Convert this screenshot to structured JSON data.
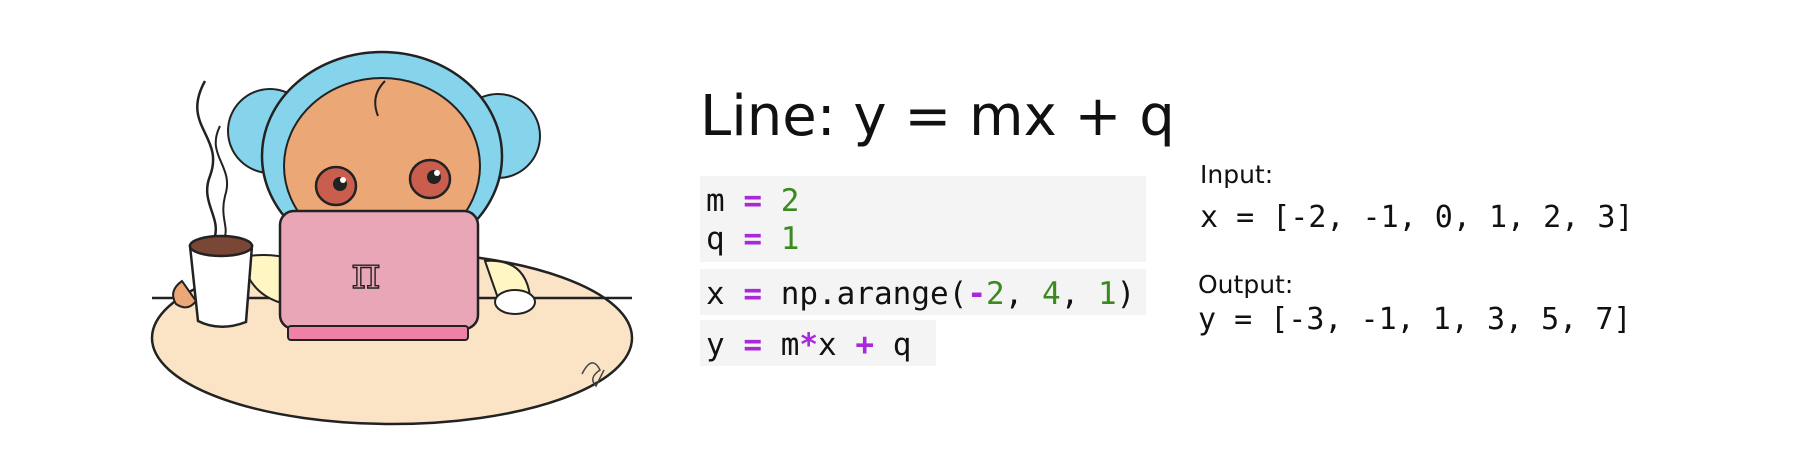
{
  "title": "Line: y = mx + q",
  "code": {
    "block1": {
      "line1": {
        "var": "m",
        "op": "=",
        "num": "2"
      },
      "line2": {
        "var": "q",
        "op": "=",
        "num": "1"
      }
    },
    "block2": {
      "var": "x",
      "op": "=",
      "call": "np.arange(",
      "minus": "-",
      "a": "2",
      "sep1": ", ",
      "b": "4",
      "sep2": ", ",
      "c": "1",
      "close": ")"
    },
    "block3": {
      "var": "y",
      "op": "=",
      "m": "m",
      "mul": "*",
      "x": "x",
      "plus": "+",
      "q": "q"
    }
  },
  "input": {
    "label": "Input:",
    "value": "x = [-2, -1, 0, 1, 2, 3]"
  },
  "output": {
    "label": "Output:",
    "value": "y = [-3, -1, 1, 3, 5, 7]"
  },
  "illustration": {
    "laptop_symbol": "π"
  },
  "colors": {
    "keyword_operator": "#a829d9",
    "number": "#3a8a1f",
    "code_background": "#f4f4f4",
    "hair": "#86d3ec",
    "skin": "#eba876",
    "laptop": "#e9a6b6",
    "table": "#fbe3c6"
  }
}
